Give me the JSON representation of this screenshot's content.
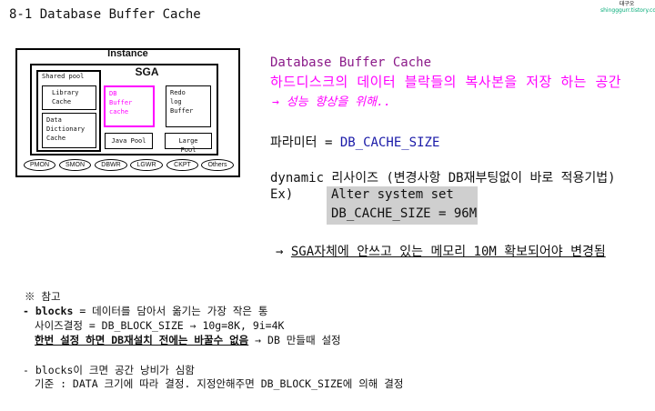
{
  "title": "8-1 Database Buffer Cache",
  "logo": {
    "line1": "대구오",
    "line2": "shingggurr.tistory.com"
  },
  "diagram": {
    "instance_label": "Instance",
    "sga_label": "SGA",
    "shared_pool_label": "Shared pool",
    "library_cache": [
      "Library",
      "Cache"
    ],
    "data_dictionary": [
      "Data",
      "Dictionary",
      "Cache"
    ],
    "db_buffer": [
      "DB",
      "Buffer",
      "cache"
    ],
    "redo_log": [
      "Redo",
      "log",
      "Buffer"
    ],
    "java_pool": "Java Pool",
    "large_pool": "Large Pool",
    "processes": [
      "PMON",
      "SMON",
      "DBWR",
      "LGWR",
      "CKPT",
      "Others"
    ]
  },
  "main": {
    "heading": "Database Buffer Cache",
    "description": "하드디스크의 데이터 블락들의 복사본을 저장 하는 공간",
    "purpose": "→ 성능 향상을 위해..",
    "param_label": "파라미터 = ",
    "param_value": "DB_CACHE_SIZE",
    "dynamic": "dynamic 리사이즈 (변경사항 DB재부팅없이 바로 적용기법)",
    "ex_label": "Ex)",
    "cmd_line1": "Alter system set",
    "cmd_line2": "DB_CACHE_SIZE = 96M",
    "note_arrow": "→ ",
    "note_text": "SGA자체에 안쓰고 있는 메모리 10M 확보되어야 변경됨"
  },
  "notes": {
    "ref": "※ 참고",
    "blocks_prefix": "- ",
    "blocks_bold": "blocks",
    "blocks_rest": " = 데이터를 담아서 옮기는 가장 작은 통",
    "size_line": "사이즈결정 = DB_BLOCK_SIZE → 10g=8K, 9i=4K",
    "warning_bold": "한번 설정 하면 DB재설치 전에는 바꿀수 없음",
    "warning_rest": " → DB 만들때 설정",
    "waste": "- blocks이 크면 공간 낭비가 심함",
    "basis": "기준 : DATA 크기에 따라 결정. 지정안해주면 DB_BLOCK_SIZE에 의해 결정"
  }
}
